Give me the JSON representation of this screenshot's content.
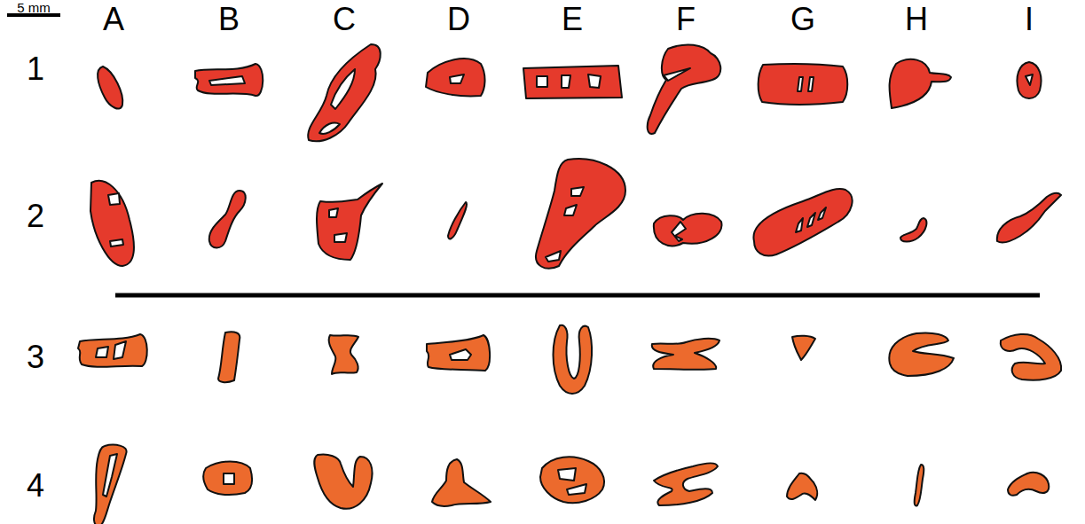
{
  "diagram": {
    "labels": [
      "5 mm",
      "A",
      "B",
      "C",
      "D",
      "E",
      "F",
      "G",
      "H",
      "I",
      "1",
      "2",
      "3",
      "4"
    ]
  }
}
